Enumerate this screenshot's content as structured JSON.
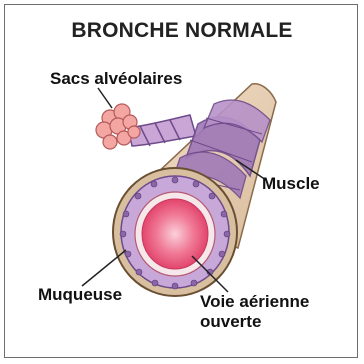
{
  "title": "BRONCHE NORMALE",
  "labels": {
    "sacs": "Sacs alvéolaires",
    "muscle": "Muscle",
    "muqueuse": "Muqueuse",
    "voie_line1": "Voie aérienne",
    "voie_line2": "ouverte"
  },
  "colors": {
    "muscle": "#a07ab8",
    "muscle_dark": "#6e4a8a",
    "tube": "#e9d2b8",
    "lumen": "#e74f73",
    "alveoli": "#f4a6a3"
  }
}
